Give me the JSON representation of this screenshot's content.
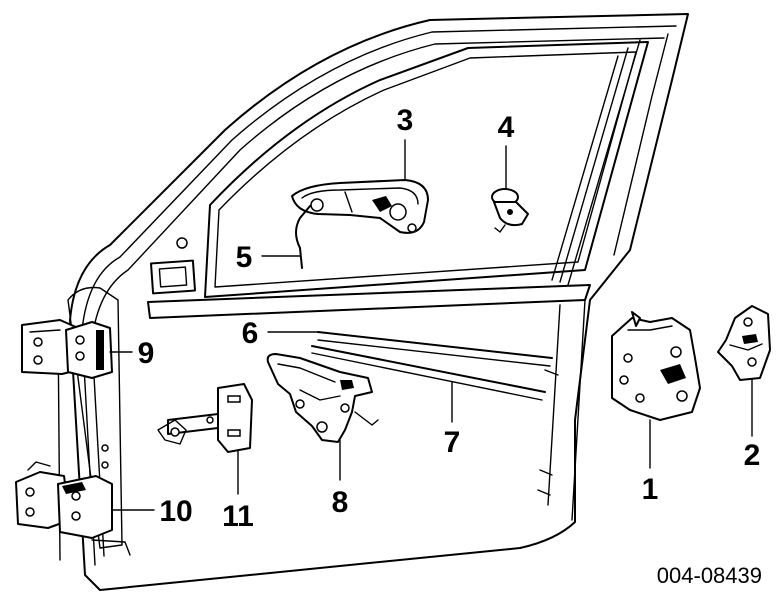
{
  "callouts": {
    "c1": "1",
    "c2": "2",
    "c3": "3",
    "c4": "4",
    "c5": "5",
    "c6": "6",
    "c7": "7",
    "c8": "8",
    "c9": "9",
    "c10": "10",
    "c11": "11"
  },
  "reference_number": "004-08439"
}
